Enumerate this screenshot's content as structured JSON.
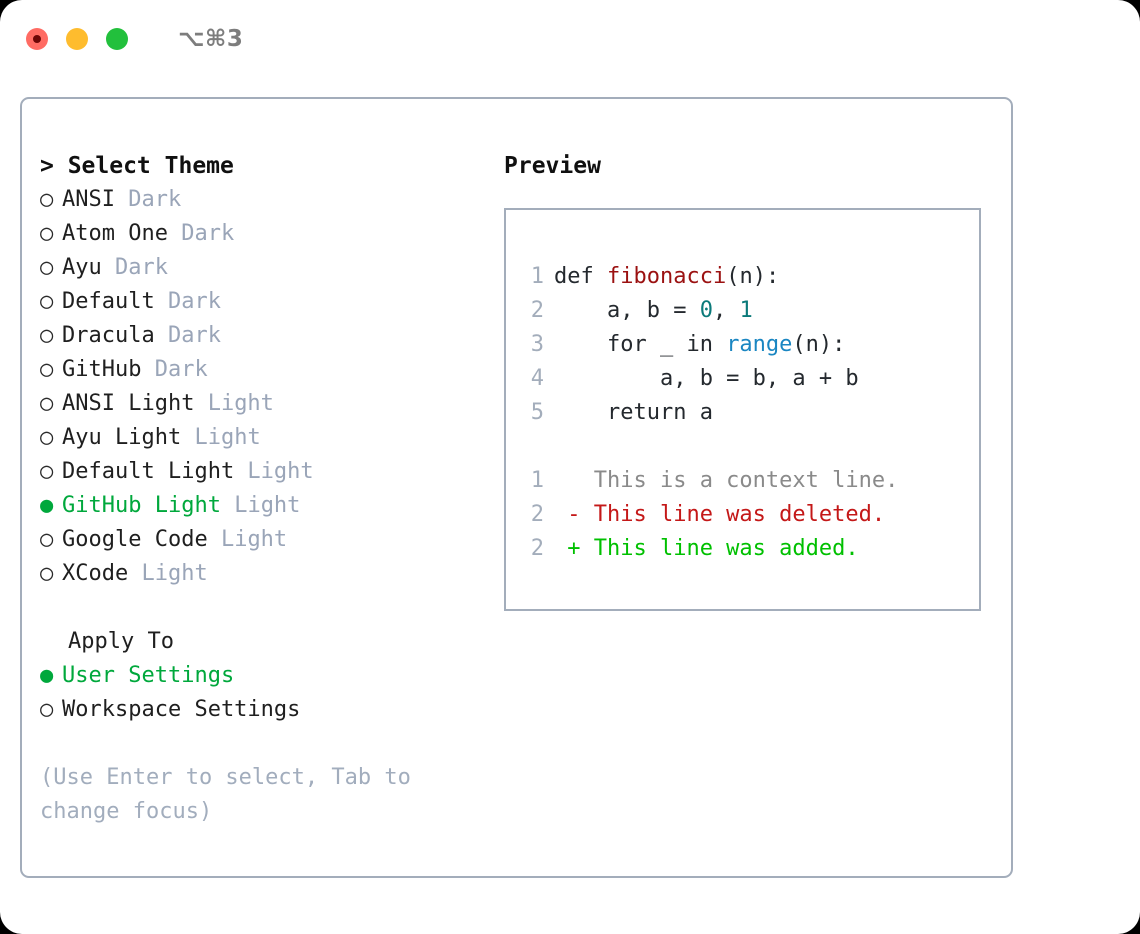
{
  "titlebar": {
    "shortcut": "⌥⌘3",
    "buttons": [
      {
        "name": "close",
        "label": "close"
      },
      {
        "name": "minimize",
        "label": "minimize"
      },
      {
        "name": "maximize",
        "label": "maximize"
      }
    ]
  },
  "theme_picker": {
    "heading": "> Select Theme",
    "marker_selected": "●",
    "marker_unselected": "○",
    "items": [
      {
        "label": "ANSI",
        "suffix": "Dark",
        "selected": false
      },
      {
        "label": "Atom One",
        "suffix": "Dark",
        "selected": false
      },
      {
        "label": "Ayu",
        "suffix": "Dark",
        "selected": false
      },
      {
        "label": "Default",
        "suffix": "Dark",
        "selected": false
      },
      {
        "label": "Dracula",
        "suffix": "Dark",
        "selected": false
      },
      {
        "label": "GitHub",
        "suffix": "Dark",
        "selected": false
      },
      {
        "label": "ANSI Light",
        "suffix": "Light",
        "selected": false
      },
      {
        "label": "Ayu Light",
        "suffix": "Light",
        "selected": false
      },
      {
        "label": "Default Light",
        "suffix": "Light",
        "selected": false
      },
      {
        "label": "GitHub Light",
        "suffix": "Light",
        "selected": true
      },
      {
        "label": "Google Code",
        "suffix": "Light",
        "selected": false
      },
      {
        "label": "XCode",
        "suffix": "Light",
        "selected": false
      }
    ]
  },
  "apply_to": {
    "heading": "Apply To",
    "items": [
      {
        "label": "User Settings",
        "selected": true
      },
      {
        "label": "Workspace Settings",
        "selected": false
      }
    ]
  },
  "hint": "(Use Enter to select, Tab to change focus)",
  "preview": {
    "heading": "Preview",
    "code_lines": [
      {
        "lineno": "1",
        "tokens": [
          {
            "text": "def ",
            "kind": "plain"
          },
          {
            "text": "fibonacci",
            "kind": "fn"
          },
          {
            "text": "(n):",
            "kind": "plain"
          }
        ]
      },
      {
        "lineno": "2",
        "tokens": [
          {
            "text": "    a, b = ",
            "kind": "plain"
          },
          {
            "text": "0",
            "kind": "num"
          },
          {
            "text": ", ",
            "kind": "plain"
          },
          {
            "text": "1",
            "kind": "num"
          }
        ]
      },
      {
        "lineno": "3",
        "tokens": [
          {
            "text": "    for _ in ",
            "kind": "plain"
          },
          {
            "text": "range",
            "kind": "builtin"
          },
          {
            "text": "(n):",
            "kind": "plain"
          }
        ]
      },
      {
        "lineno": "4",
        "tokens": [
          {
            "text": "        a, b = b, a + b",
            "kind": "plain"
          }
        ]
      },
      {
        "lineno": "5",
        "tokens": [
          {
            "text": "    return a",
            "kind": "plain"
          }
        ]
      }
    ],
    "diff_lines": [
      {
        "lineno": "1",
        "sign": " ",
        "text": " This is a context line.",
        "kind": "ctx"
      },
      {
        "lineno": "2",
        "sign": "-",
        "text": " This line was deleted.",
        "kind": "del"
      },
      {
        "lineno": "2",
        "sign": "+",
        "text": " This line was added.",
        "kind": "add"
      }
    ]
  },
  "colors": {
    "accent_green": "#00a83c",
    "muted": "#9aa5b8",
    "border": "#a3adbb",
    "fn_red": "#9b1111",
    "num_teal": "#0b7a7a",
    "builtin_blue": "#1a86c2",
    "diff_del": "#c41818",
    "diff_add": "#00c000"
  }
}
